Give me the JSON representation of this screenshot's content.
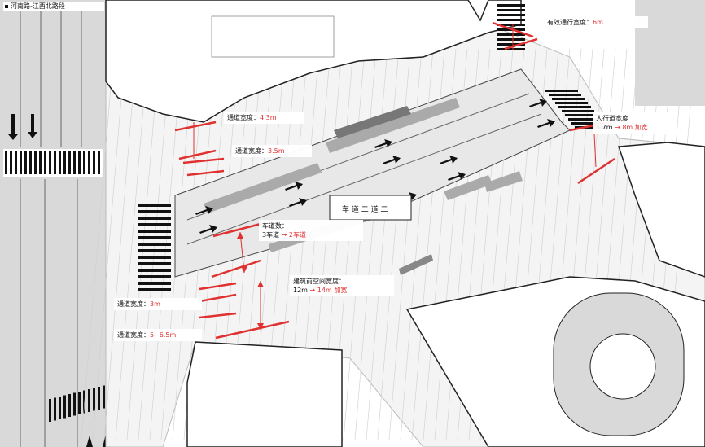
{
  "title": "河南路-江西北路段",
  "colors": {
    "accent": "#e03030",
    "road": "#d0d0d0",
    "line": "#444444",
    "building": "#222222"
  },
  "annotations": {
    "effective_width": {
      "label": "有效通行宽度：",
      "value": "6m"
    },
    "pedestrian": {
      "label": "人行道宽度",
      "value_old": "1.7m",
      "value_new": "8m",
      "note": "加宽"
    },
    "passage_4": {
      "label": "通道宽度：",
      "value": "4.3m"
    },
    "passage_3_5": {
      "label": "通道宽度：",
      "value": "3.5m"
    },
    "lanes": {
      "label": "车道数：",
      "value_old": "3车道",
      "value_new": "2车道"
    },
    "building_front": {
      "label": "建筑前空间宽度：",
      "value_old": "12m",
      "value_new": "14m",
      "note": "加宽"
    },
    "passage_3": {
      "label": "通道宽度：",
      "value": "3m"
    },
    "passage_5": {
      "label": "通道宽度：",
      "value": "5~6.5m"
    }
  },
  "road_text": "车 道 二 道 二"
}
